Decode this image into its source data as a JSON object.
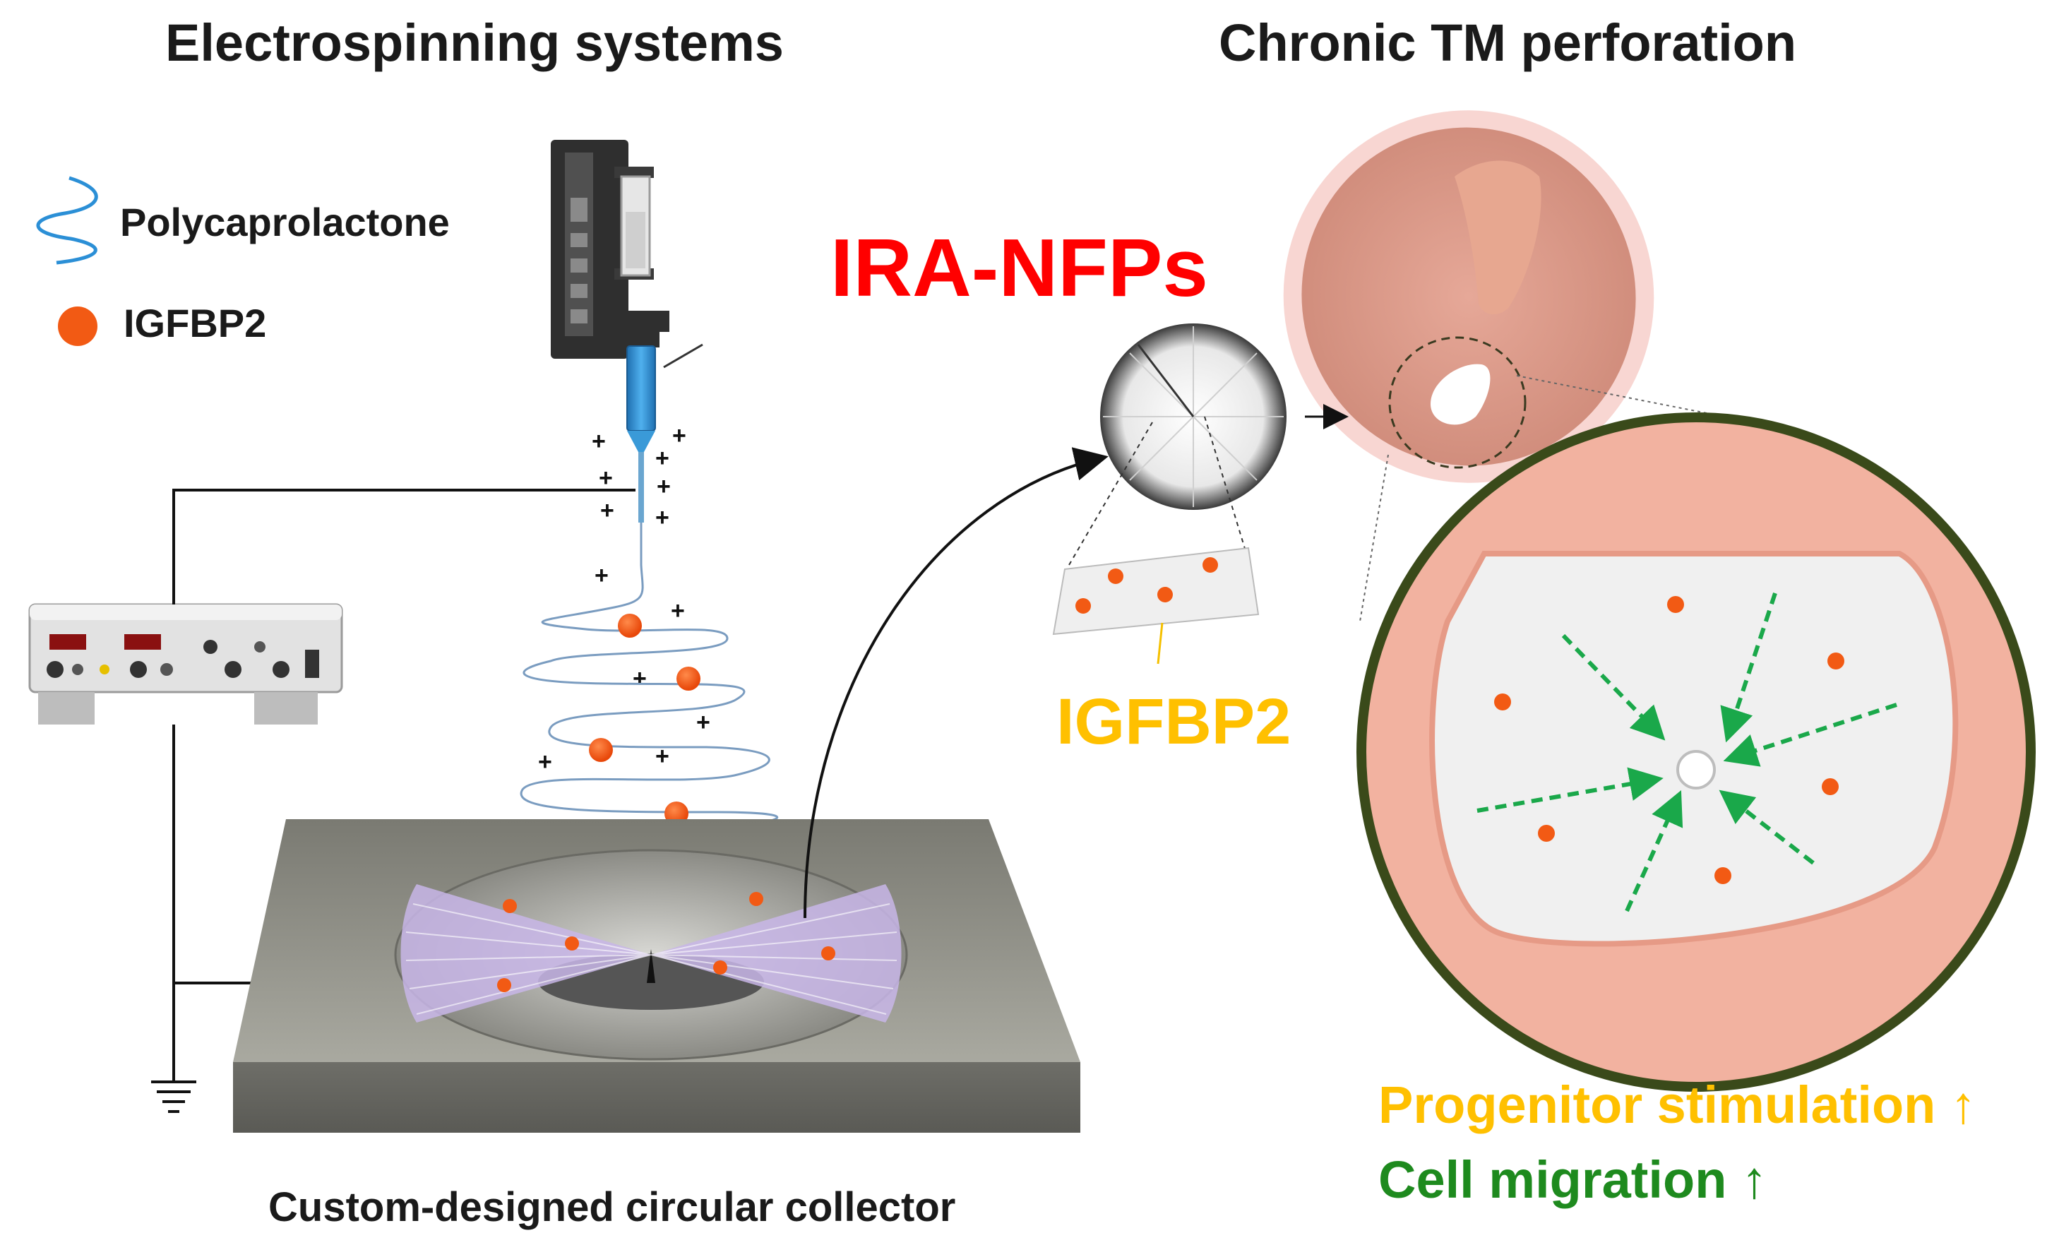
{
  "headings": {
    "left": "Electrospinning systems",
    "right": "Chronic TM perforation"
  },
  "legend": {
    "fiber_label": "Polycaprolactone",
    "particle_label": "IGFBP2"
  },
  "product_name": "IRA-NFPs",
  "particle_callout": "IGFBP2",
  "outcomes": [
    "Progenitor stimulation ↑",
    "Cell migration ↑"
  ],
  "collector_caption": "Custom-designed circular collector",
  "colors": {
    "product_red": "#ff0000",
    "igfbp2_orange_text": "#ffc000",
    "particle_orange": "#f25a14",
    "migration_green": "#1e8a1e",
    "fiber_blue": "#2b8fd6",
    "scaffold_lavender": "#c8b6e8",
    "tissue_pink": "#f2b2a0"
  }
}
